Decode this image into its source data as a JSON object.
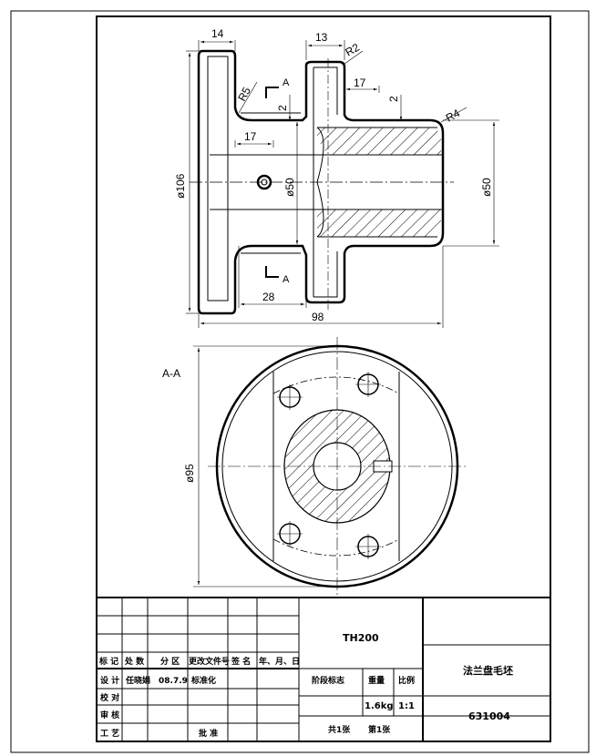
{
  "drawing": {
    "dimensions": {
      "w14": "14",
      "w13": "13",
      "r2": "R2",
      "r5": "R5",
      "r4": "R4",
      "d17_top": "17",
      "d2_top": "2",
      "d2_left": "2",
      "d17_mid": "17",
      "dia106": "ø106",
      "dia50_mid": "ø50",
      "dia50_right": "ø50",
      "d28": "28",
      "d98": "98",
      "dia95": "ø95"
    },
    "section_marks": {
      "top": "A",
      "bottom": "A"
    },
    "section_view_label": "A-A"
  },
  "title_block": {
    "header_labels": [
      "标 记",
      "处 数",
      "分 区",
      "更改文件号",
      "签 名",
      "年、月、日"
    ],
    "row_design": {
      "label": "设 计",
      "name": "任晓娟",
      "date": "08.7.9",
      "std_label": "标准化"
    },
    "row_check": "校 对",
    "row_review": "审 核",
    "row_process": {
      "label": "工 艺",
      "approve": "批 准"
    },
    "material": "TH200",
    "stage_label": "阶段标志",
    "weight_label": "重量",
    "scale_label": "比例",
    "weight": "1.6kg",
    "scale": "1:1",
    "sheets_total": "共1张",
    "sheet_no": "第1张",
    "part_name": "法兰盘毛坯",
    "drawing_no": "631004"
  }
}
